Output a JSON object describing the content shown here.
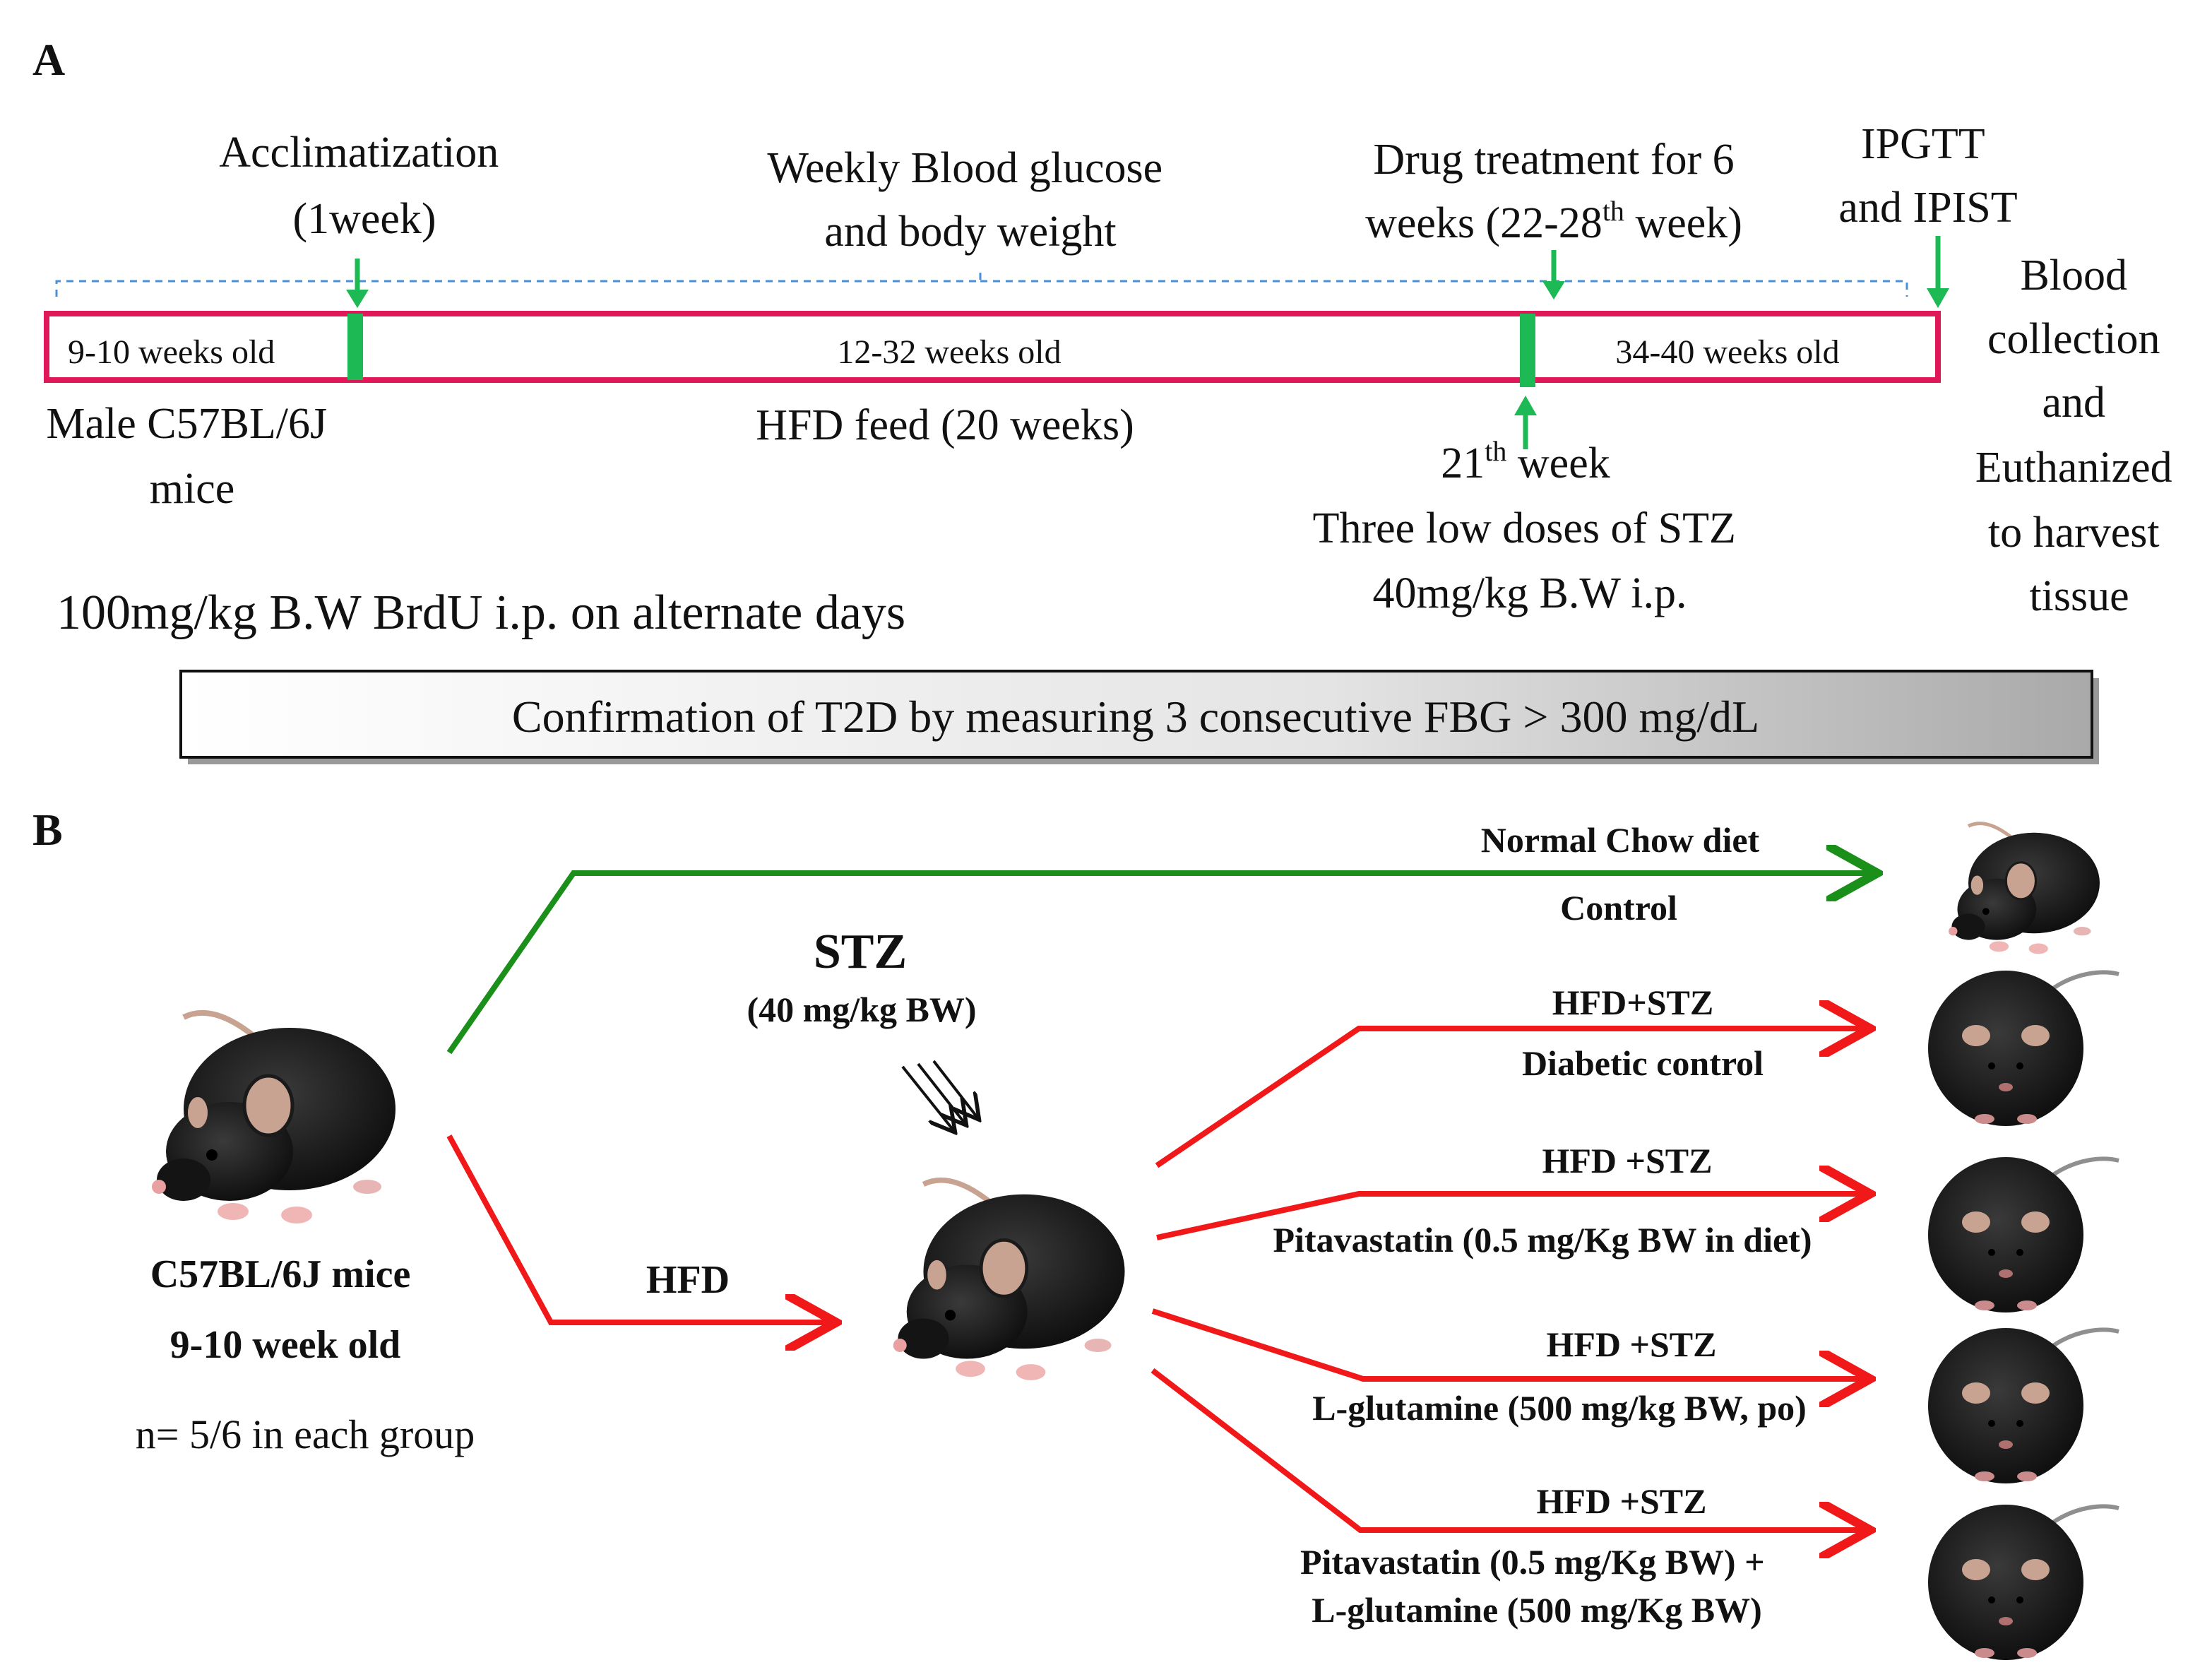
{
  "panel_a": {
    "label": "A",
    "acclimatization": [
      "Acclimatization",
      "(1week)"
    ],
    "weekly_monitoring": [
      "Weekly Blood glucose",
      "and body weight"
    ],
    "drug_treatment": {
      "line1": "Drug treatment for 6",
      "line2_pre": "weeks (22-28",
      "line2_sup": "th",
      "line2_post": " week)"
    },
    "ipgtt": [
      "IPGTT",
      "and IPIST"
    ],
    "blood_collection": [
      "Blood",
      "collection",
      "and",
      "Euthanized",
      "to harvest",
      "tissue"
    ],
    "timeline": {
      "seg1": "9-10 weeks old",
      "seg2": "12-32 weeks old",
      "seg3": "34-40 weeks old"
    },
    "mice_label": [
      "Male C57BL/6J",
      "mice"
    ],
    "hfd_feed": "HFD feed (20 weeks)",
    "week21": {
      "num": "21",
      "sup": "th",
      "rest": " week"
    },
    "stz_doses": [
      "Three low doses of STZ",
      "40mg/kg  B.W  i.p."
    ],
    "brdu": "100mg/kg B.W BrdU i.p. on alternate days",
    "confirmation": "Confirmation of T2D by measuring 3 consecutive  FBG > 300 mg/dL"
  },
  "panel_b": {
    "label": "B",
    "source_mice": [
      "C57BL/6J mice",
      "9-10 week old"
    ],
    "n_groups": "n= 5/6 in each group",
    "stz": "STZ",
    "stz_dose": "(40 mg/kg BW)",
    "hfd": "HFD",
    "groups": [
      {
        "title": "Normal Chow diet",
        "subtitle": [
          "Control"
        ]
      },
      {
        "title": "HFD+STZ",
        "subtitle": [
          "Diabetic control"
        ]
      },
      {
        "title": "HFD +STZ",
        "subtitle": [
          "Pitavastatin (0.5 mg/Kg BW in diet)"
        ]
      },
      {
        "title": "HFD +STZ",
        "subtitle": [
          "L-glutamine (500 mg/kg BW, po)"
        ]
      },
      {
        "title": "HFD +STZ",
        "subtitle": [
          "Pitavastatin (0.5 mg/Kg BW) +",
          "L-glutamine (500 mg/Kg BW)"
        ]
      }
    ]
  },
  "colors": {
    "timeline_border": "#e0185a",
    "marker_green": "#1db954",
    "bracket_blue": "#4a90d9",
    "control_arrow": "#1a8f1a",
    "hfd_arrow": "#f01818",
    "mouse_fur": "#1c1c1c",
    "mouse_ear": "#c9a391"
  },
  "icons": [
    "mouse-icon",
    "syringe-arrows-icon"
  ]
}
